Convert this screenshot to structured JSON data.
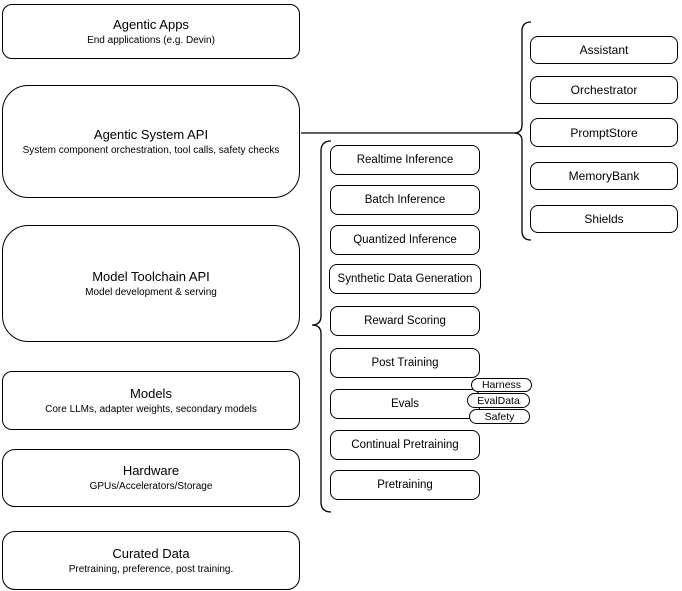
{
  "colors": {
    "stroke": "#000000",
    "background": "#ffffff",
    "text": "#000000"
  },
  "left_stack": [
    {
      "title": "Agentic Apps",
      "subtitle": "End applications (e.g. Devin)"
    },
    {
      "title": "Agentic System API",
      "subtitle": "System component orchestration, tool calls, safety checks"
    },
    {
      "title": "Model Toolchain API",
      "subtitle": "Model development & serving"
    },
    {
      "title": "Models",
      "subtitle": "Core LLMs, adapter weights, secondary models"
    },
    {
      "title": "Hardware",
      "subtitle": "GPUs/Accelerators/Storage"
    },
    {
      "title": "Curated Data",
      "subtitle": "Pretraining, preference, post training."
    }
  ],
  "toolchain_items": [
    "Realtime Inference",
    "Batch Inference",
    "Quantized Inference",
    "Synthetic Data Generation",
    "Reward Scoring",
    "Post Training",
    "Evals",
    "Continual Pretraining",
    "Pretraining"
  ],
  "eval_tags": [
    "Harness",
    "EvalData",
    "Safety"
  ],
  "system_components": [
    "Assistant",
    "Orchestrator",
    "PromptStore",
    "MemoryBank",
    "Shields"
  ]
}
